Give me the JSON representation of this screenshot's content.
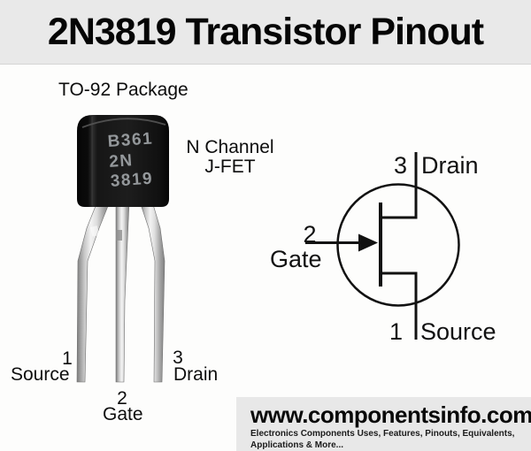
{
  "header": {
    "title": "2N3819 Transistor Pinout"
  },
  "package": {
    "label": "TO-92 Package",
    "marking": {
      "line1": "B361",
      "line2": "2N",
      "line3": "3819"
    },
    "type": {
      "line1": "N Channel",
      "line2": "J-FET"
    },
    "pins": [
      {
        "number": "1",
        "name": "Source"
      },
      {
        "number": "2",
        "name": "Gate"
      },
      {
        "number": "3",
        "name": "Drain"
      }
    ]
  },
  "schematic": {
    "pins": [
      {
        "number": "1",
        "name": "Source"
      },
      {
        "number": "2",
        "name": "Gate"
      },
      {
        "number": "3",
        "name": "Drain"
      }
    ]
  },
  "footer": {
    "website": "www.componentsinfo.com",
    "tagline1": "Electronics Components Uses, Features, Pinouts, Equivalents,",
    "tagline2": "Applications & More..."
  },
  "colors": {
    "titlebar_bg": "#e9e9e9",
    "footer_bg": "#e8e8e8",
    "body_black": "#151515",
    "marking_gray": "#94989b",
    "schematic_line": "#111111"
  }
}
